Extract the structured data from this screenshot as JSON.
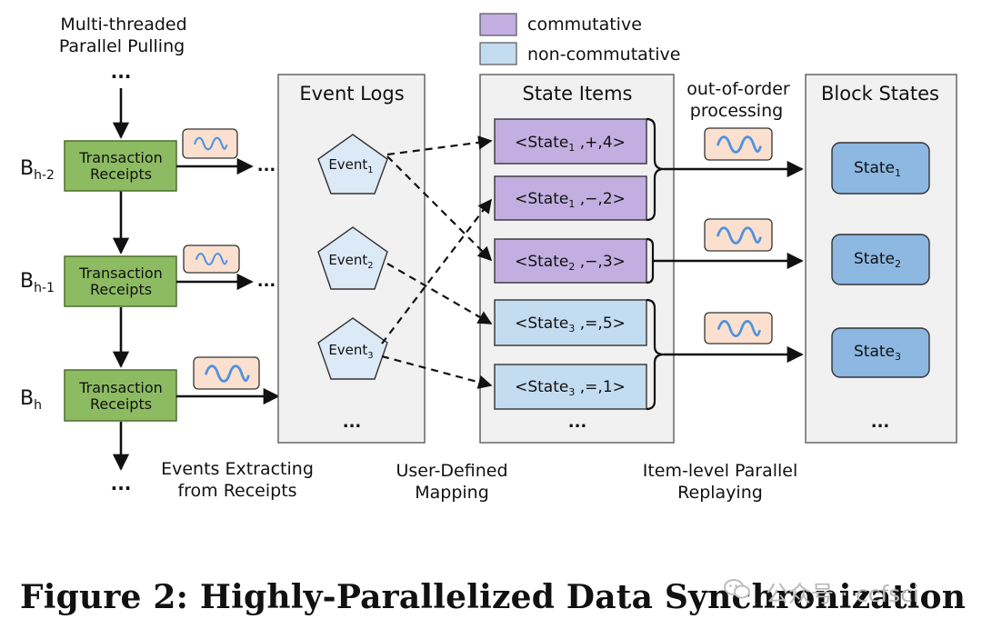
{
  "legend": {
    "commutative": "commutative",
    "non_commutative": "non-commutative",
    "colors": {
      "commutative": "#c2aee0",
      "non_commutative": "#c4dcf0"
    }
  },
  "pulling": {
    "line1": "Multi-threaded",
    "line2": "Parallel Pulling",
    "top_ellipsis": "...",
    "bottom_ellipsis": "..."
  },
  "blocks": [
    {
      "label": "B",
      "sub": "h-2",
      "line1": "Transaction",
      "line2": "Receipts",
      "ellipsis": "..."
    },
    {
      "label": "B",
      "sub": "h-1",
      "line1": "Transaction",
      "line2": "Receipts",
      "ellipsis": "..."
    },
    {
      "label": "B",
      "sub": "h",
      "line1": "Transaction",
      "line2": "Receipts"
    }
  ],
  "event_logs": {
    "title": "Event Logs",
    "ellipsis": "...",
    "events": [
      {
        "name": "Event",
        "sub": "1"
      },
      {
        "name": "Event",
        "sub": "2"
      },
      {
        "name": "Event",
        "sub": "3"
      }
    ]
  },
  "state_items": {
    "title": "State Items",
    "ellipsis": "...",
    "items": [
      {
        "pre": "<State",
        "sub": "1",
        "post": " ,+,4>",
        "kind": "commutative"
      },
      {
        "pre": "<State",
        "sub": "1",
        "post": " ,−,2>",
        "kind": "commutative"
      },
      {
        "pre": "<State",
        "sub": "2",
        "post": " ,−,3>",
        "kind": "commutative"
      },
      {
        "pre": "<State",
        "sub": "3",
        "post": " ,=,5>",
        "kind": "non_commutative"
      },
      {
        "pre": "<State",
        "sub": "3",
        "post": " ,=,1>",
        "kind": "non_commutative"
      }
    ]
  },
  "ooo": {
    "line1": "out-of-order",
    "line2": "processing"
  },
  "block_states": {
    "title": "Block States",
    "ellipsis": "...",
    "states": [
      {
        "name": "State",
        "sub": "1"
      },
      {
        "name": "State",
        "sub": "2"
      },
      {
        "name": "State",
        "sub": "3"
      }
    ]
  },
  "bottom_labels": {
    "extract": {
      "line1": "Events Extracting",
      "line2": "from Receipts"
    },
    "mapping": {
      "line1": "User-Defined",
      "line2": "Mapping"
    },
    "replay": {
      "line1": "Item-level Parallel",
      "line2": "Replaying"
    }
  },
  "colors": {
    "receipt_fill": "#8dbb62",
    "receipt_stroke": "#4c6f2c",
    "panel_fill": "#f1f1f1",
    "panel_stroke": "#666666",
    "event_fill": "#dce9f6",
    "state_fill": "#8cb8e2",
    "wave_box_fill": "#fbe0cf",
    "wave_color": "#4f92dc"
  },
  "caption": "Figure 2: Highly-Parallelized Data Synchronization",
  "watermark": "公众号 · ccfsci"
}
